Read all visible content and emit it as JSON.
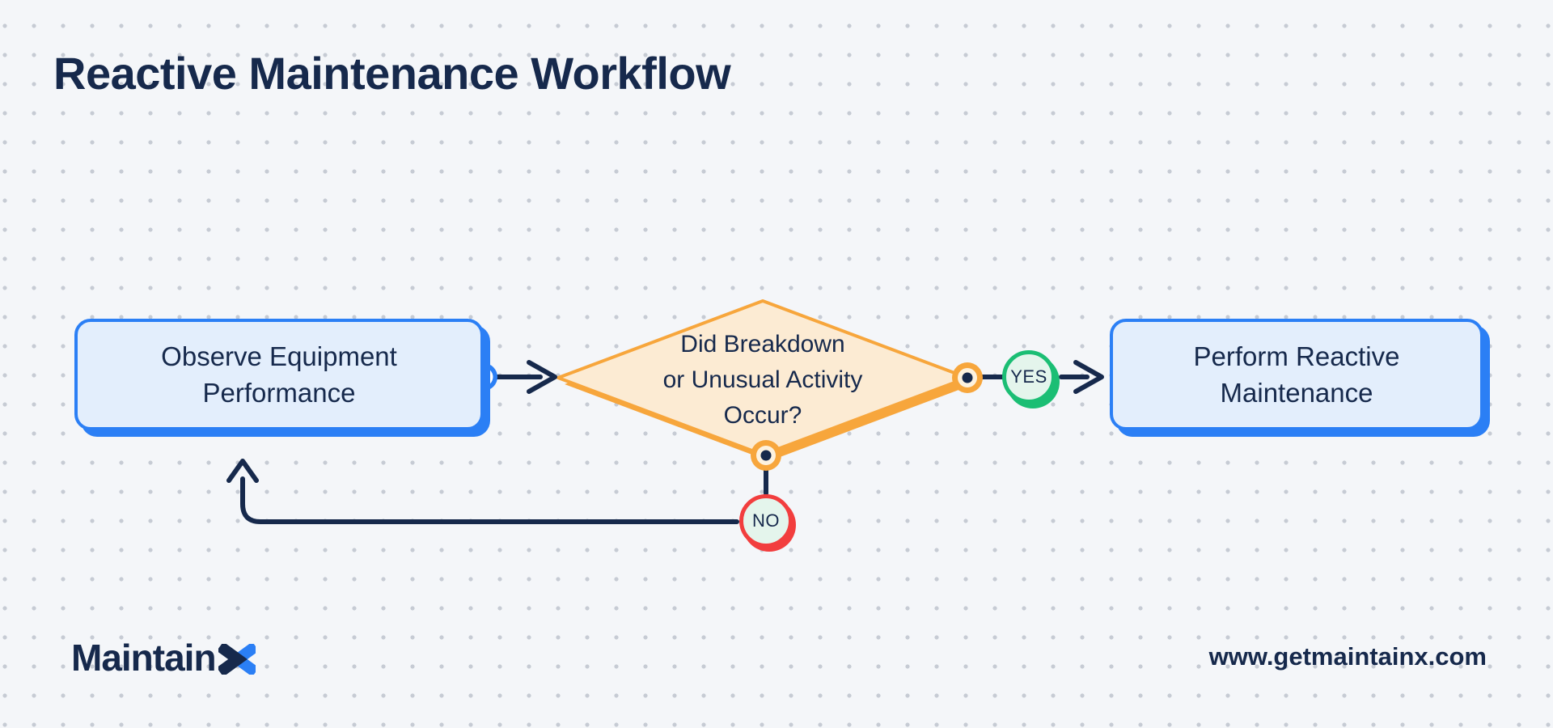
{
  "title": "Reactive Maintenance Workflow",
  "nodes": {
    "observe": {
      "lines": [
        "Observe Equipment",
        "Performance"
      ]
    },
    "decision": {
      "lines": [
        "Did Breakdown",
        "or Unusual Activity",
        "Occur?"
      ]
    },
    "perform": {
      "lines": [
        "Perform Reactive",
        "Maintenance"
      ]
    }
  },
  "edges": {
    "yes_label": "YES",
    "no_label": "NO"
  },
  "footer": {
    "brand_prefix": "Maintain",
    "website": "www.getmaintainx.com"
  },
  "theme": {
    "bg": "#F4F6F9",
    "dot": "#C6CBD4",
    "navy": "#16294C",
    "blue": "#2B7FF5",
    "blue_light": "#E3EEFC",
    "orange": "#F7A63C",
    "orange_light": "#FCEBD3",
    "green": "#1BBE74",
    "green_light": "#E4F5EC",
    "red": "#F23E3E"
  }
}
